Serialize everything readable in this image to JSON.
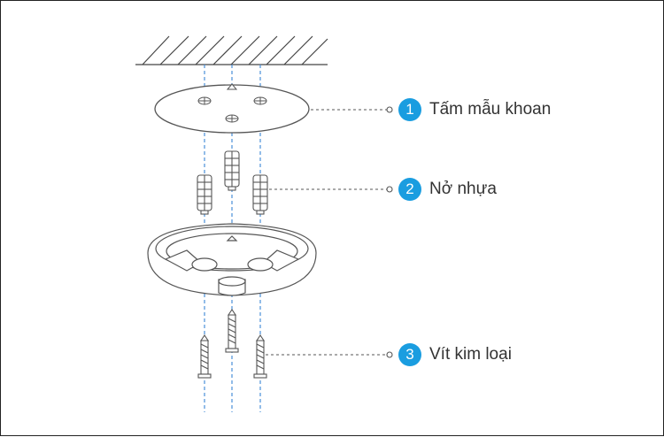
{
  "colors": {
    "accent": "#1a9de0",
    "line": "#555555",
    "guide": "#4a90d9"
  },
  "callouts": [
    {
      "number": "1",
      "label": "Tấm mẫu khoan"
    },
    {
      "number": "2",
      "label": "Nở nhựa"
    },
    {
      "number": "3",
      "label": "Vít kim loại"
    }
  ]
}
